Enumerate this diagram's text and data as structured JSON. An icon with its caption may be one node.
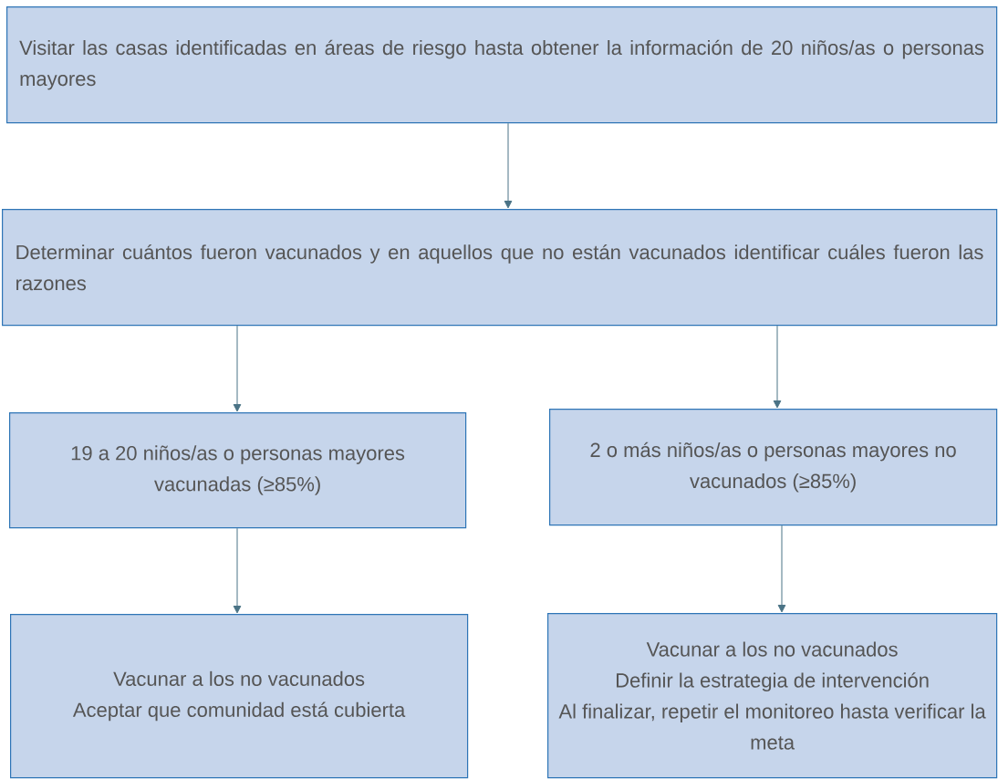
{
  "diagram": {
    "nodes": [
      {
        "text": [
          "Visitar las casas identificadas en áreas de riesgo hasta obtener la información de 20 niños/as o personas mayores"
        ]
      },
      {
        "text": [
          "Determinar cuántos fueron vacunados y en aquellos que no están vacunados identificar cuáles fueron las razones"
        ]
      },
      {
        "text": [
          "19 a 20 niños/as o personas mayores vacunadas (≥85%)"
        ]
      },
      {
        "text": [
          "2 o más niños/as o personas mayores no vacunados (≥85%)"
        ]
      },
      {
        "text": [
          "Vacunar a los no vacunados",
          "Aceptar que comunidad está cubierta"
        ]
      },
      {
        "text": [
          "Vacunar a los no vacunados",
          "Definir la estrategia de intervención",
          "Al finalizar, repetir el monitoreo hasta verificar la meta"
        ]
      }
    ],
    "edges": [
      {
        "from": 0,
        "to": 1,
        "arrow": "to"
      },
      {
        "from": 1,
        "to": 2,
        "arrow": "to"
      },
      {
        "from": 1,
        "to": 3,
        "arrow": "to"
      },
      {
        "from": 2,
        "to": 4,
        "arrow": "to"
      },
      {
        "from": 3,
        "to": 5,
        "arrow": "to"
      }
    ]
  }
}
